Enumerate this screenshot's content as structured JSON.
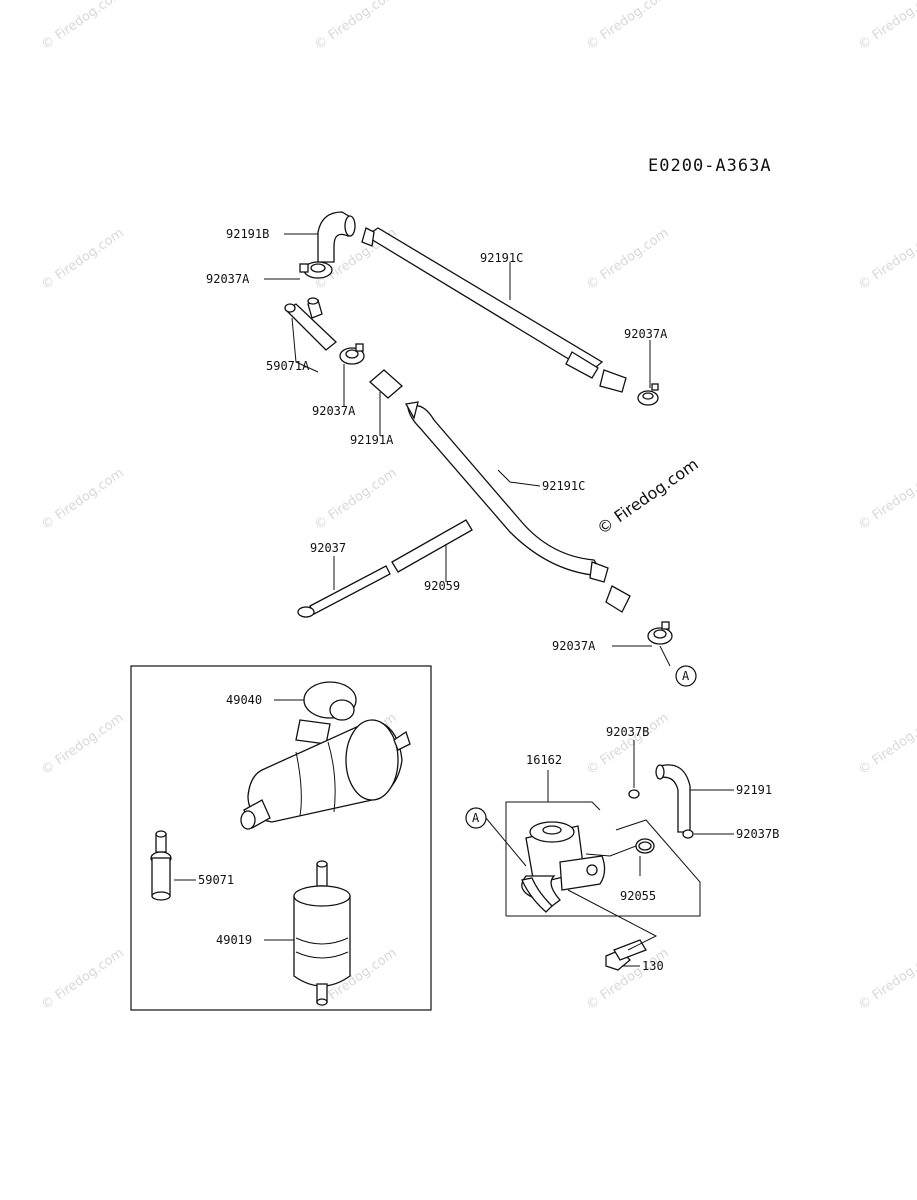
{
  "diagram_code": "E0200-A363A",
  "watermark": "© Firedog.com",
  "parts": {
    "p92191B": "92191B",
    "p92037A_1": "92037A",
    "p59071A": "59071A",
    "p92037A_2": "92037A",
    "p92191A": "92191A",
    "p92191C_1": "92191C",
    "p92037A_3": "92037A",
    "p92191C_2": "92191C",
    "p92037": "92037",
    "p92059": "92059",
    "p92037A_4": "92037A",
    "p49040": "49040",
    "p59071": "59071",
    "p49019": "49019",
    "p16162": "16162",
    "p92037B_1": "92037B",
    "p92191": "92191",
    "p92037B_2": "92037B",
    "p92055": "92055",
    "p130": "130"
  },
  "refs": {
    "ref_a_1": "A",
    "ref_a_2": "A"
  }
}
